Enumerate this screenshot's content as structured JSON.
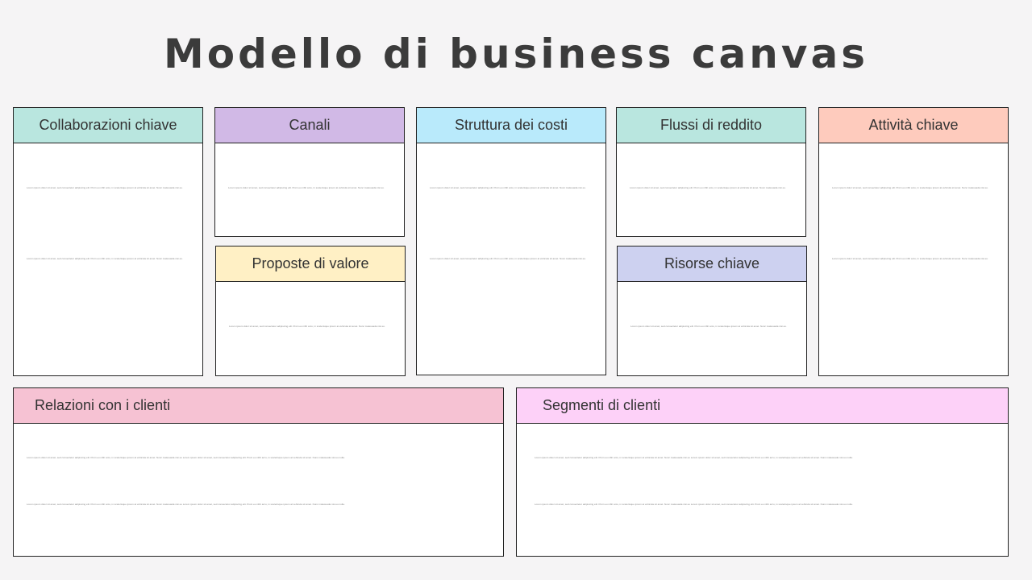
{
  "page": {
    "title": "Modello di business canvas"
  },
  "blocks": {
    "collaborazioni": {
      "title": "Collaborazioni chiave",
      "color": "#b9e6df",
      "text1": "Lorem ipsum dolor sit amet, sed consectetur adipiscing elit. Proin eu nibh arcu, in scelerisque ipsum at vehicula sit amet. Nunc malesuada nisi eu.",
      "text2": "Lorem ipsum dolor sit amet, sed consectetur adipiscing elit. Proin eu nibh arcu, in scelerisque ipsum at vehicula sit amet. Nunc malesuada nisi eu."
    },
    "canali": {
      "title": "Canali",
      "color": "#d1b9e6",
      "text1": "Lorem ipsum dolor sit amet, sed consectetur adipiscing elit. Proin eu nibh arcu, in scelerisque ipsum at vehicula sit amet. Nunc malesuada nisi eu."
    },
    "struttura": {
      "title": "Struttura dei costi",
      "color": "#b9eafb",
      "text1": "Lorem ipsum dolor sit amet, sed consectetur adipiscing elit. Proin eu nibh arcu, in scelerisque ipsum at vehicula sit amet. Nunc malesuada nisi eu.",
      "text2": "Lorem ipsum dolor sit amet, sed consectetur adipiscing elit. Proin eu nibh arcu, in scelerisque ipsum at vehicula sit amet. Nunc malesuada nisi eu."
    },
    "flussi": {
      "title": "Flussi di reddito",
      "color": "#b9e6df",
      "text1": "Lorem ipsum dolor sit amet, sed consectetur adipiscing elit. Proin eu nibh arcu, in scelerisque ipsum at vehicula sit amet. Nunc malesuada nisi eu."
    },
    "attivita": {
      "title": "Attività chiave",
      "color": "#fecbbd",
      "text1": "Lorem ipsum dolor sit amet, sed consectetur adipiscing elit. Proin eu nibh arcu, in scelerisque ipsum at vehicula sit amet. Nunc malesuada nisi eu.",
      "text2": "Lorem ipsum dolor sit amet, sed consectetur adipiscing elit. Proin eu nibh arcu, in scelerisque ipsum at vehicula sit amet. Nunc malesuada nisi eu."
    },
    "proposte": {
      "title": "Proposte di valore",
      "color": "#fff0c5",
      "text1": "Lorem ipsum dolor sit amet, sed consectetur adipiscing elit. Proin eu nibh arcu, in scelerisque ipsum at vehicula sit amet. Nunc malesuada nisi eu."
    },
    "risorse": {
      "title": "Risorse chiave",
      "color": "#cdd1f0",
      "text1": "Lorem ipsum dolor sit amet, sed consectetur adipiscing elit. Proin eu nibh arcu, in scelerisque ipsum at vehicula sit amet. Nunc malesuada nisi eu."
    },
    "relazioni": {
      "title": "Relazioni con i clienti",
      "color": "#f6c2d3",
      "text1": "Lorem ipsum dolor sit amet, sed consectetur adipiscing elit. Proin eu nibh arcu, in scelerisque ipsum at vehicula sit amet. Nunc malesuada nisi eu Lorem ipsum dolor sit amet, sed consectetur adipiscing elit. Proin eu nibh arcu, in scelerisque ipsum at vehicula sit amet. Nunc malesuada nisi eu nulla.",
      "text2": "Lorem ipsum dolor sit amet, sed consectetur adipiscing elit. Proin eu nibh arcu, in scelerisque ipsum at vehicula sit amet. Nunc malesuada nisi eu Lorem ipsum dolor sit amet, sed consectetur adipiscing elit. Proin eu nibh arcu, in scelerisque ipsum at vehicula sit amet. Nunc malesuada nisi eu nulla."
    },
    "segmenti": {
      "title": "Segmenti di clienti",
      "color": "#fdd1f8",
      "text1": "Lorem ipsum dolor sit amet, sed consectetur adipiscing elit. Proin eu nibh arcu, in scelerisque ipsum at vehicula sit amet. Nunc malesuada nisi eu Lorem ipsum dolor sit amet, sed consectetur adipiscing elit. Proin eu nibh arcu, in scelerisque ipsum at vehicula sit amet. Nunc malesuada nisi eu nulla.",
      "text2": "Lorem ipsum dolor sit amet, sed consectetur adipiscing elit. Proin eu nibh arcu, in scelerisque ipsum at vehicula sit amet. Nunc malesuada nisi eu Lorem ipsum dolor sit amet, sed consectetur adipiscing elit. Proin eu nibh arcu, in scelerisque ipsum at vehicula sit amet. Nunc malesuada nisi eu nulla."
    }
  }
}
